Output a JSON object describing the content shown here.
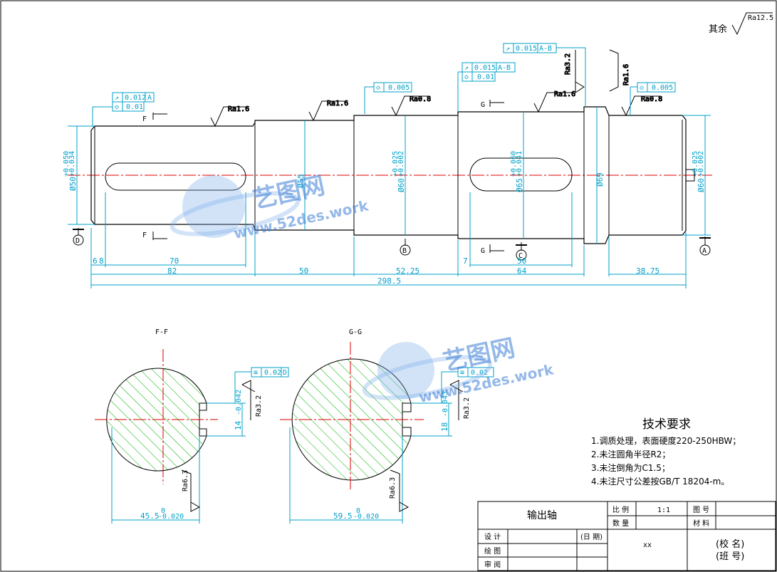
{
  "surface_roughness": {
    "default_label": "其余",
    "default_value": "Ra12.5",
    "marks": [
      "Ra1.6",
      "Ra1.6",
      "Ra0.8",
      "Ra1.6",
      "Ra3.2",
      "Ra1.6",
      "Ra0.8",
      "Ra3.2",
      "Ra6.3",
      "Ra3.2",
      "Ra6.3"
    ]
  },
  "geometric_tolerances": [
    {
      "symbol": "↗",
      "value": "0.012",
      "datum": "A"
    },
    {
      "symbol": "◇",
      "value": "0.01",
      "datum": ""
    },
    {
      "symbol": "◇",
      "value": "0.005",
      "datum": ""
    },
    {
      "symbol": "↗",
      "value": "0.015",
      "datum": "A-B"
    },
    {
      "symbol": "◇",
      "value": "0.01",
      "datum": ""
    },
    {
      "symbol": "↗",
      "value": "0.015",
      "datum": "A-B"
    },
    {
      "symbol": "◇",
      "value": "0.005",
      "datum": ""
    },
    {
      "symbol": "≡",
      "value": "0.02",
      "datum": "D"
    },
    {
      "symbol": "≡",
      "value": "0.02",
      "datum": ""
    }
  ],
  "section_markers": {
    "F": "F",
    "G": "G"
  },
  "datums": [
    "D",
    "B",
    "C",
    "A"
  ],
  "diameters": {
    "d1": {
      "value": "Ø50",
      "upper": "+0.050",
      "lower": "+0.034"
    },
    "d2": {
      "value": "Ø55"
    },
    "d3": {
      "value": "Ø60",
      "upper": "+0.025",
      "lower": "+0.002"
    },
    "d4": {
      "value": "Ø65",
      "upper": "+0.060",
      "lower": "+0.041"
    },
    "d5": {
      "value": "Ø69"
    },
    "d6": {
      "value": "Ø60",
      "upper": "+0.025",
      "lower": "+0.002"
    }
  },
  "lengths": {
    "l1": "6",
    "l2": "8",
    "l3": "70",
    "l4": "82",
    "l5": "50",
    "l6": "52.25",
    "l7": "7",
    "l8": "50",
    "l9": "64",
    "l10": "38.75",
    "total": "298.5"
  },
  "sections": {
    "ff": {
      "title": "F-F",
      "width": "14",
      "width_tol": "-0.042",
      "depth": "45.5",
      "depth_upper": "0",
      "depth_lower": "-0.020"
    },
    "gg": {
      "title": "G-G",
      "width": "18",
      "width_tol": "-0.043",
      "depth": "59.5",
      "depth_upper": "0",
      "depth_lower": "-0.020"
    }
  },
  "tech_req": {
    "title": "技术要求",
    "items": [
      "1.调质处理，表面硬度220-250HBW；",
      "2.未注圆角半径R2；",
      "3.未注倒角为C1.5；",
      "4.未注尺寸公差按GB/T 18204-m。"
    ]
  },
  "title_block": {
    "part_name": "输出轴",
    "scale_label": "比 例",
    "scale_value": "1:1",
    "drawing_no_label": "图 号",
    "qty_label": "数 量",
    "material_label": "材 料",
    "design_label": "设 计",
    "date_label": "(日 期)",
    "draw_label": "绘 图",
    "review_label": "审 阅",
    "material_value": "xx",
    "school": "(校 名)",
    "class": "(班 号)"
  },
  "watermark": {
    "brand": "艺图网",
    "url": "www.52des.work"
  }
}
